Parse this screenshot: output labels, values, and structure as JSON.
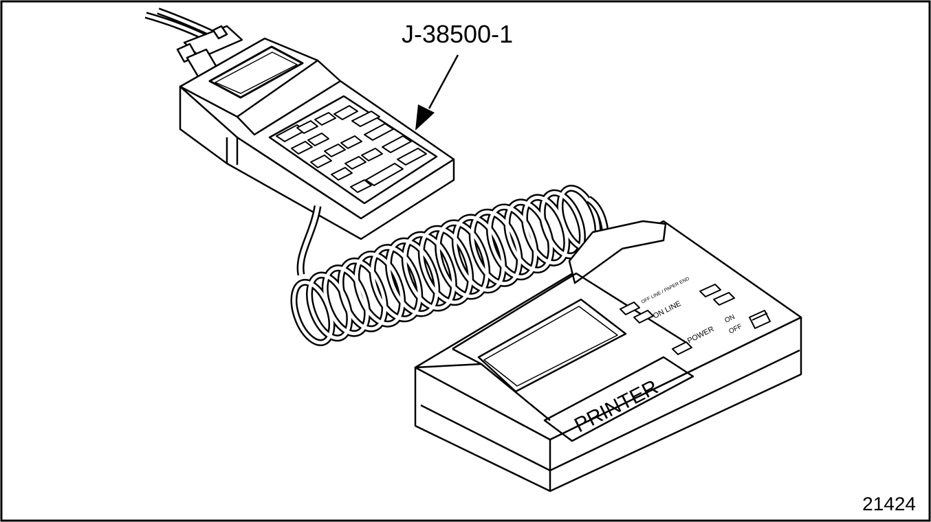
{
  "callout": {
    "part_number": "J-38500-1"
  },
  "printer": {
    "brand_label": "PRINTER",
    "indicator_off_line": "OFF LINE / PAPER END",
    "indicator_on_line": "ON LINE",
    "indicator_power": "POWER",
    "switch_on": "ON",
    "switch_off": "OFF"
  },
  "figure_number": "21424",
  "colors": {
    "line": "#000000",
    "paper": "#ffffff",
    "shadow": "#d9d9d9"
  }
}
